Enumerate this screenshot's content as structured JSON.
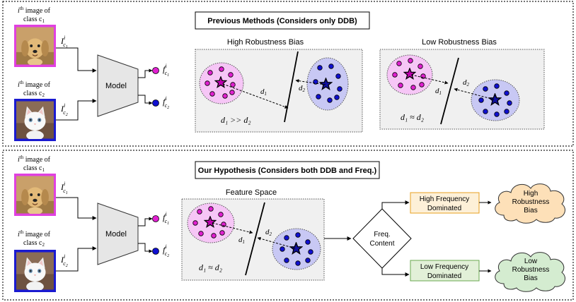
{
  "top_panel": {
    "title": "Previous Methods (Considers only DDB)",
    "input1": {
      "line1": "i",
      "sup": "th",
      "line1_rest": " image of",
      "line2": "class c",
      "sub": "1"
    },
    "input2": {
      "line1": "i",
      "sup": "th",
      "line1_rest": " image of",
      "line2": "class c",
      "sub": "2"
    },
    "label_in1": {
      "base": "I",
      "sup": "i",
      "sub": "c",
      "subsub": "1"
    },
    "label_in2": {
      "base": "I",
      "sup": "i",
      "sub": "c",
      "subsub": "2"
    },
    "model_label": "Model",
    "label_out1": {
      "base": "f",
      "sup": "i",
      "sub": "c",
      "subsub": "1"
    },
    "label_out2": {
      "base": "f",
      "sup": "i",
      "sub": "c",
      "subsub": "2"
    },
    "box_left": {
      "title": "High Robustness Bias",
      "d1": "d",
      "d1_sub": "1",
      "d2": "d",
      "d2_sub": "2",
      "relation": "d₁ >> d₂"
    },
    "box_right": {
      "title": "Low Robustness Bias",
      "d1": "d",
      "d1_sub": "1",
      "d2": "d",
      "d2_sub": "2",
      "relation": "d₁ ≈ d₂"
    }
  },
  "bottom_panel": {
    "title": "Our Hypothesis (Considers both DDB and Freq.)",
    "input1": {
      "line1": "i",
      "sup": "th",
      "line1_rest": " image of",
      "line2": "class c",
      "sub": "1"
    },
    "input2": {
      "line1": "i",
      "sup": "th",
      "line1_rest": " image of",
      "line2": "class c",
      "sub": "2"
    },
    "model_label": "Model",
    "feature_space": {
      "title": "Feature Space",
      "d1": "d",
      "d1_sub": "1",
      "d2": "d",
      "d2_sub": "2",
      "relation": "d₁ ≈ d₂"
    },
    "decision": {
      "line1": "Freq.",
      "line2": "Content"
    },
    "high_branch": {
      "box_line1": "High Frequency",
      "box_line2": "Dominated",
      "cloud_line1": "High",
      "cloud_line2": "Robustness",
      "cloud_line3": "Bias"
    },
    "low_branch": {
      "box_line1": "Low Frequency",
      "box_line2": "Dominated",
      "cloud_line1": "Low",
      "cloud_line2": "Robustness",
      "cloud_line3": "Bias"
    }
  },
  "colors": {
    "class1_border": "#e040e0",
    "class2_border": "#1a1ad0",
    "class1_fill": "#f6c6f6",
    "class1_dot": "#e020d0",
    "class2_fill": "#c8c8f4",
    "class2_dot": "#1010d0",
    "model_fill": "#e6e6e6",
    "high_box_fill": "#fdf0d8",
    "high_box_stroke": "#e8a020",
    "low_box_fill": "#e2f0d8",
    "low_box_stroke": "#6aa84f",
    "cloud_high_fill": "#fde0b8",
    "cloud_low_fill": "#d4ecd0"
  },
  "icons": [
    "puppy-image-icon",
    "kitten-image-icon",
    "star-centroid-icon",
    "cloud-icon"
  ]
}
